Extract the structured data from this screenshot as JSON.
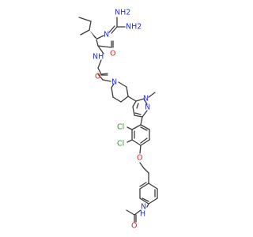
{
  "structure": {
    "colors": {
      "bond": "#3c3c3c",
      "nitrogen": "#2b33d6",
      "oxygen": "#e0201b",
      "chlorine": "#2f9a2f"
    },
    "labels": {
      "nh2_top": "NH2",
      "nh2_right": "NH2",
      "n_imine": "N",
      "nh_amide": "NH",
      "o_amide1": "O",
      "o_amide2": "O",
      "n_piperidine": "N",
      "n_pyrazole1": "N",
      "n_pyrazole2": "N",
      "methyl": "",
      "cl_upper": "Cl",
      "cl_lower": "Cl",
      "o_ether": "O",
      "nh_anilide": "N",
      "h_anilide": "H",
      "o_acetyl": "O"
    }
  }
}
